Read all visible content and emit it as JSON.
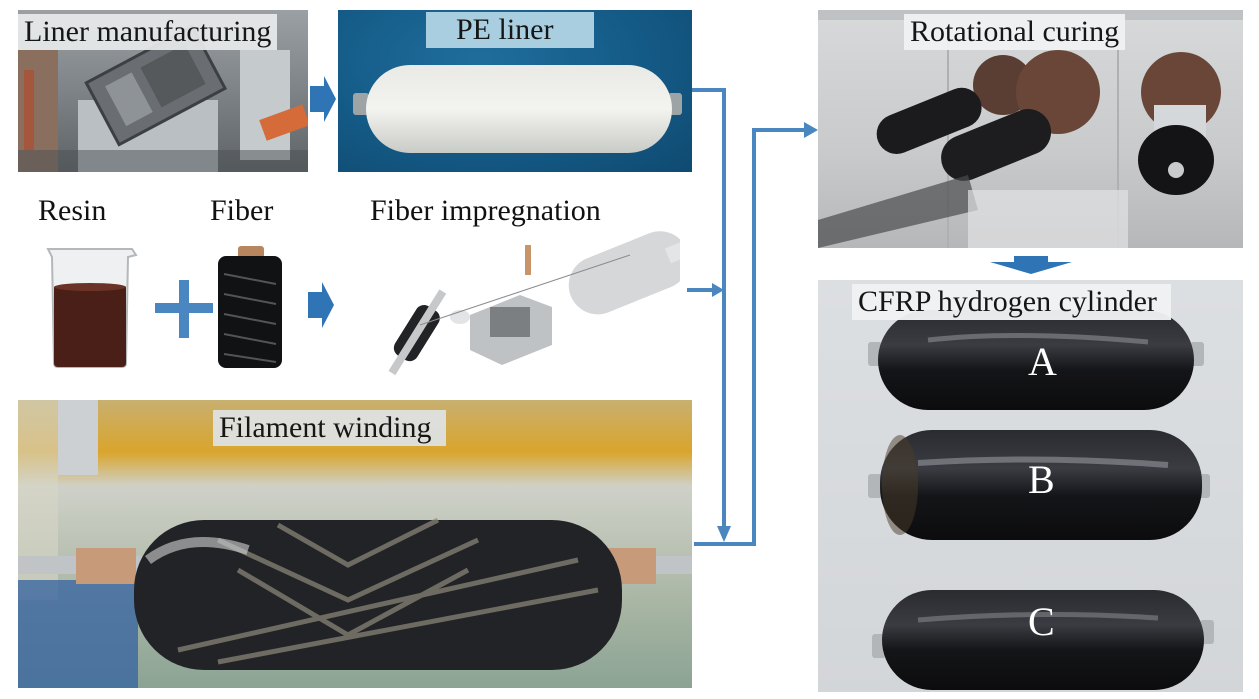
{
  "figure": {
    "title": "CFRP hydrogen cylinder manufacturing process",
    "colors": {
      "arrow": "#2f74b5",
      "connector": "#4a86bf"
    }
  },
  "panels": {
    "liner_manufacturing": {
      "label": "Liner manufacturing"
    },
    "pe_liner": {
      "label": "PE liner"
    },
    "rotational_curing": {
      "label": "Rotational curing"
    },
    "resin": {
      "label": "Resin"
    },
    "fiber": {
      "label": "Fiber"
    },
    "fiber_impregnation": {
      "label": "Fiber impregnation"
    },
    "filament_winding": {
      "label": "Filament winding"
    },
    "cfrp_cylinder": {
      "label": "CFRP hydrogen cylinder",
      "samples": [
        "A",
        "B",
        "C"
      ]
    }
  },
  "operators": {
    "plus": "+"
  }
}
